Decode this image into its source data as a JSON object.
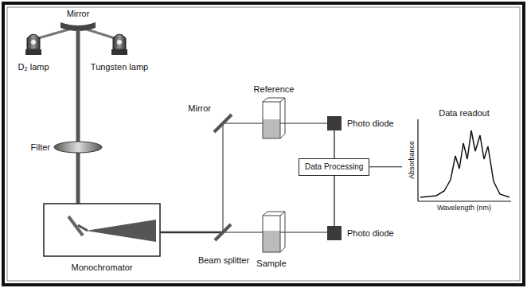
{
  "diagram": {
    "nodes": [
      {
        "text": [
          "Photo diode"
        ]
      },
      {
        "text": [
          "Data Processing"
        ]
      },
      {
        "text": [
          "Photo diode"
        ]
      },
      {
        "text": [
          "Data readout",
          "Absorbance",
          "Wavelength (nm)"
        ]
      }
    ],
    "edges": [
      {
        "from": 0,
        "to": 1,
        "arrow": "none"
      },
      {
        "from": 2,
        "to": 1,
        "arrow": "none"
      },
      {
        "from": 1,
        "to": 3,
        "arrow": "none"
      }
    ],
    "labels": [
      "Mirror",
      "D₂ lamp",
      "Tungsten lamp",
      "Filter",
      "Monochromator",
      "Mirror",
      "Reference",
      "Beam splitter",
      "Sample"
    ]
  }
}
